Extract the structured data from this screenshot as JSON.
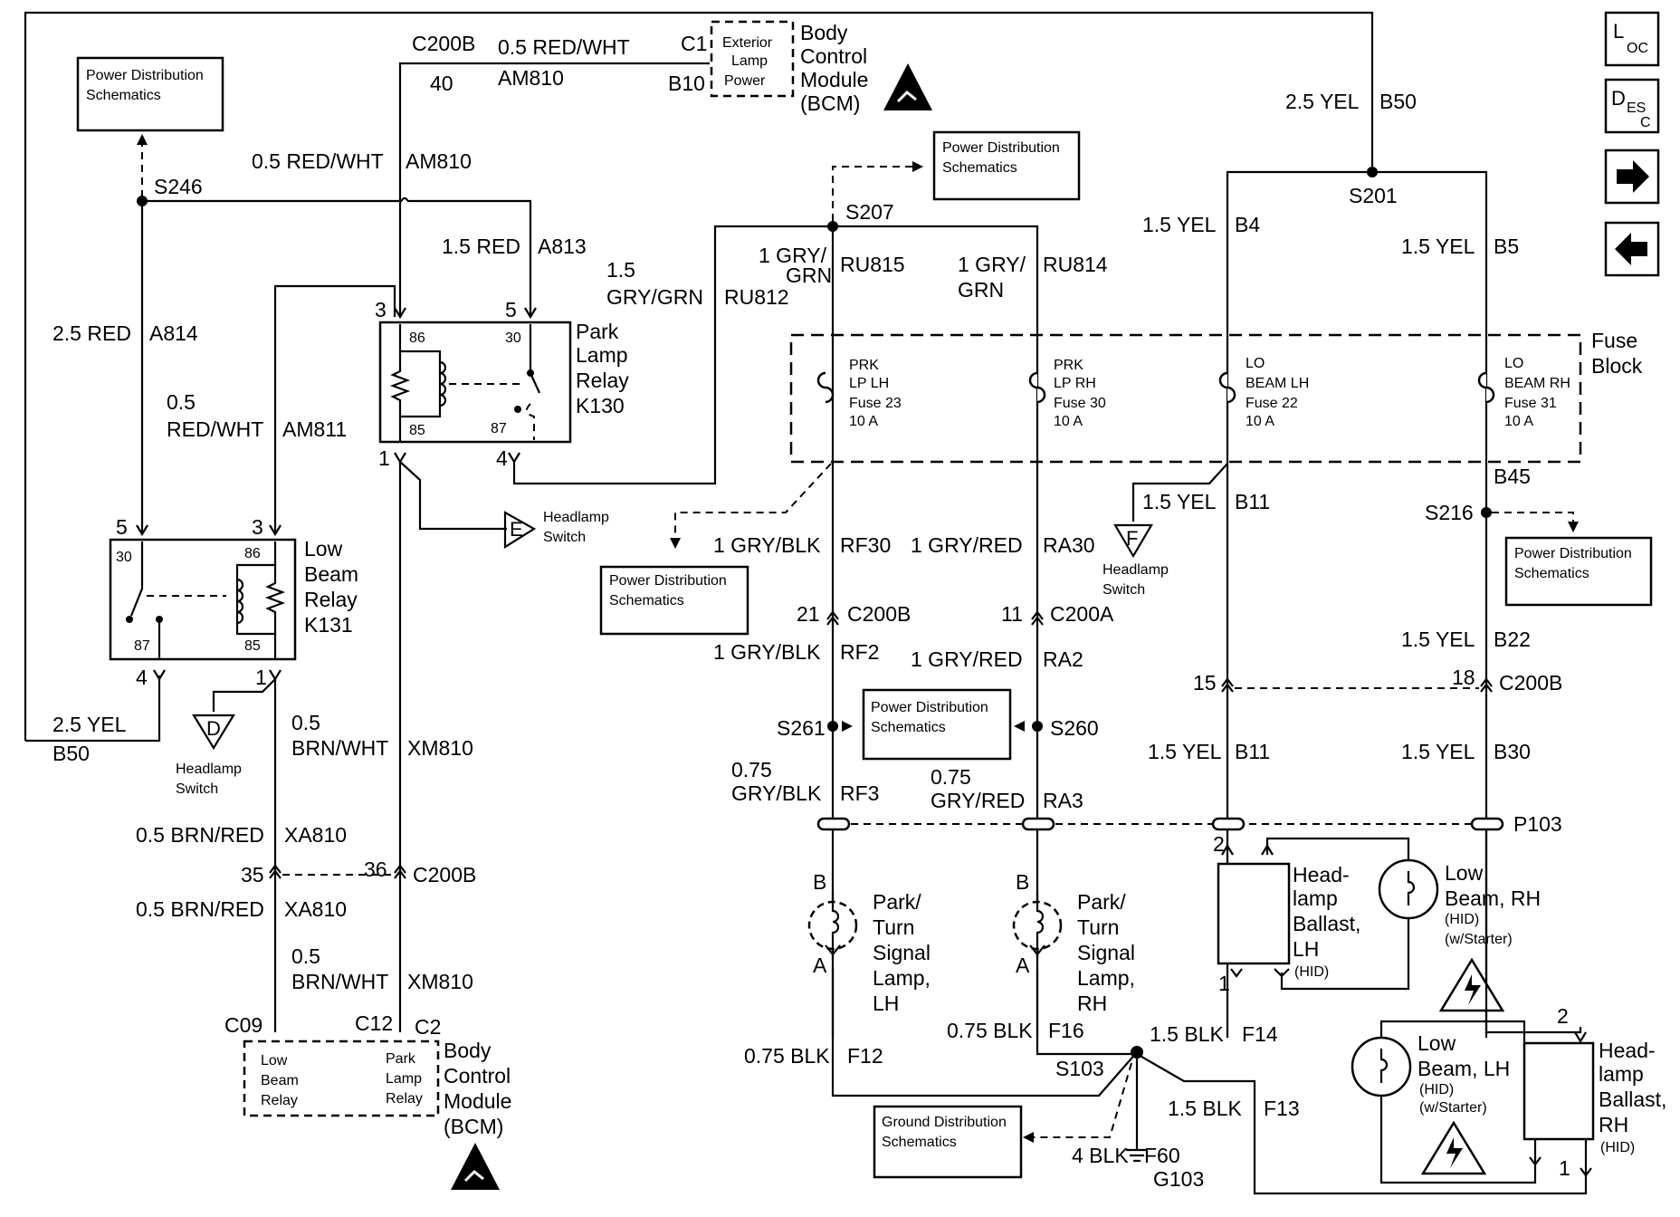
{
  "nav": {
    "loc_l": "L",
    "loc_oc": "OC",
    "desc_d": "D",
    "desc_es": "ES",
    "desc_c": "C"
  },
  "bcm_top": {
    "c200b": "C200B",
    "wire": "0.5 RED/WHT",
    "c1": "C1",
    "pin40": "40",
    "circuit": "AM810",
    "b10": "B10",
    "ext1": "Exterior",
    "ext2": "Lamp",
    "ext3": "Power",
    "name1": "Body",
    "name2": "Control",
    "name3": "Module",
    "name4": "(BCM)"
  },
  "pds_box_1": {
    "line1": "Power Distribution",
    "line2": "Schematics"
  },
  "pds_box_2": {
    "line1": "Power Distribution",
    "line2": "Schematics"
  },
  "pds_box_3": {
    "line1": "Power Distribution",
    "line2": "Schematics"
  },
  "pds_box_4": {
    "line1": "Power Distribution",
    "line2": "Schematics"
  },
  "pds_box_5": {
    "line1": "Power Distribution",
    "line2": "Schematics"
  },
  "ground_box": {
    "line1": "Ground Distribution",
    "line2": "Schematics"
  },
  "labels": {
    "s246": "S246",
    "redwht_am810_a": "0.5 RED/WHT",
    "am810_b": "AM810",
    "red15": "1.5 RED",
    "a813": "A813",
    "red25": "2.5 RED",
    "a814": "A814",
    "p05": "0.5",
    "redwht": "RED/WHT",
    "am811": "AM811",
    "n15": "1.5",
    "gry_grn": "GRY/GRN",
    "ru812": "RU812",
    "s207": "S207",
    "gry1a": "1 GRY/",
    "grn_a": "GRN",
    "ru815": "RU815",
    "gry1b": "1 GRY/",
    "grn_b": "GRN",
    "ru814": "RU814",
    "yel25": "2.5 YEL",
    "b50_top": "B50",
    "s201": "S201",
    "yel15_b4": "1.5 YEL",
    "b4": "B4",
    "yel15_b5": "1.5 YEL",
    "b5": "B5",
    "fuse_block_1": "Fuse",
    "fuse_block_2": "Block",
    "b45": "B45",
    "s216": "S216",
    "yel15_b11": "1.5 YEL",
    "b11": "B11",
    "gryblk_rf30": "1 GRY/BLK",
    "rf30": "RF30",
    "gryred_ra30": "1 GRY/RED",
    "ra30": "RA30",
    "pin21": "21",
    "c200b_a": "C200B",
    "pin11": "11",
    "c200a": "C200A",
    "gryblk_rf2": "1 GRY/BLK",
    "rf2": "RF2",
    "gryred_ra2": "1 GRY/RED",
    "ra2": "RA2",
    "yel15_b22": "1.5 YEL",
    "b22": "B22",
    "pin15": "15",
    "pin18": "18",
    "c200b_b": "C200B",
    "s261": "S261",
    "s260": "S260",
    "yel15_b11b": "1.5 YEL",
    "b11b": "B11",
    "yel15_b30": "1.5 YEL",
    "b30": "B30",
    "n075a": "0.75",
    "gryblk_rf3": "GRY/BLK",
    "rf3": "RF3",
    "n075b": "0.75",
    "gryred_ra3": "GRY/RED",
    "ra3": "RA3",
    "p103": "P103",
    "yel25_b": "2.5 YEL",
    "b50_bot": "B50",
    "brnwht_05a": "0.5",
    "brnwht_a": "BRN/WHT",
    "xm810_a": "XM810",
    "brnred_a": "0.5 BRN/RED",
    "xa810_a": "XA810",
    "pin35": "35",
    "pin36": "36",
    "c200b_c": "C200B",
    "brnred_b": "0.5 BRN/RED",
    "xa810_b": "XA810",
    "brnwht_05b": "0.5",
    "brnwht_b": "BRN/WHT",
    "xm810_b": "XM810",
    "c09": "C09",
    "c12": "C12",
    "c2": "C2",
    "blk075_f12": "0.75 BLK",
    "f12": "F12",
    "blk075_f16": "0.75 BLK",
    "f16": "F16",
    "blk15_f14": "1.5 BLK",
    "f14": "F14",
    "s103": "S103",
    "blk15_f13": "1.5 BLK",
    "f13": "F13",
    "blk4_f60": "4 BLK",
    "f60": "F60",
    "g103": "G103"
  },
  "park_relay": {
    "pin3": "3",
    "pin5": "5",
    "pin1": "1",
    "pin4": "4",
    "t86": "86",
    "t30": "30",
    "t85": "85",
    "t87": "87",
    "name1": "Park",
    "name2": "Lamp",
    "name3": "Relay",
    "name4": "K130"
  },
  "low_beam_relay": {
    "pin5": "5",
    "pin3": "3",
    "pin4": "4",
    "pin1": "1",
    "t30": "30",
    "t86": "86",
    "t87": "87",
    "t85": "85",
    "name1": "Low",
    "name2": "Beam",
    "name3": "Relay",
    "name4": "K131"
  },
  "headlamp_switch_e": {
    "letter": "E",
    "line1": "Headlamp",
    "line2": "Switch"
  },
  "headlamp_switch_d": {
    "letter": "D",
    "line1": "Headlamp",
    "line2": "Switch"
  },
  "headlamp_switch_f": {
    "letter": "F",
    "line1": "Headlamp",
    "line2": "Switch"
  },
  "fuses": [
    {
      "l1": "PRK",
      "l2": "LP LH",
      "l3": "Fuse 23",
      "l4": "10 A"
    },
    {
      "l1": "PRK",
      "l2": "LP RH",
      "l3": "Fuse 30",
      "l4": "10 A"
    },
    {
      "l1": "LO",
      "l2": "BEAM LH",
      "l3": "Fuse 22",
      "l4": "10 A"
    },
    {
      "l1": "LO",
      "l2": "BEAM RH",
      "l3": "Fuse 31",
      "l4": "10 A"
    }
  ],
  "park_lamp_lh": {
    "b": "B",
    "a": "A",
    "l1": "Park/",
    "l2": "Turn",
    "l3": "Signal",
    "l4": "Lamp,",
    "l5": "LH"
  },
  "park_lamp_rh": {
    "b": "B",
    "a": "A",
    "l1": "Park/",
    "l2": "Turn",
    "l3": "Signal",
    "l4": "Lamp,",
    "l5": "RH"
  },
  "ballast_lh": {
    "pin2": "2",
    "pin1": "1",
    "l1": "Head-",
    "l2": "lamp",
    "l3": "Ballast,",
    "l4": "LH",
    "l5": "(HID)"
  },
  "ballast_rh": {
    "pin2": "2",
    "pin1": "1",
    "l1": "Head-",
    "l2": "lamp",
    "l3": "Ballast,",
    "l4": "RH",
    "l5": "(HID)"
  },
  "low_beam_rh": {
    "l1": "Low",
    "l2": "Beam, RH",
    "l3": "(HID)",
    "l4": "(w/Starter)"
  },
  "low_beam_lh": {
    "l1": "Low",
    "l2": "Beam, LH",
    "l3": "(HID)",
    "l4": "(w/Starter)"
  },
  "bcm_bottom": {
    "low1": "Low",
    "low2": "Beam",
    "low3": "Relay",
    "park1": "Park",
    "park2": "Lamp",
    "park3": "Relay",
    "name1": "Body",
    "name2": "Control",
    "name3": "Module",
    "name4": "(BCM)"
  }
}
